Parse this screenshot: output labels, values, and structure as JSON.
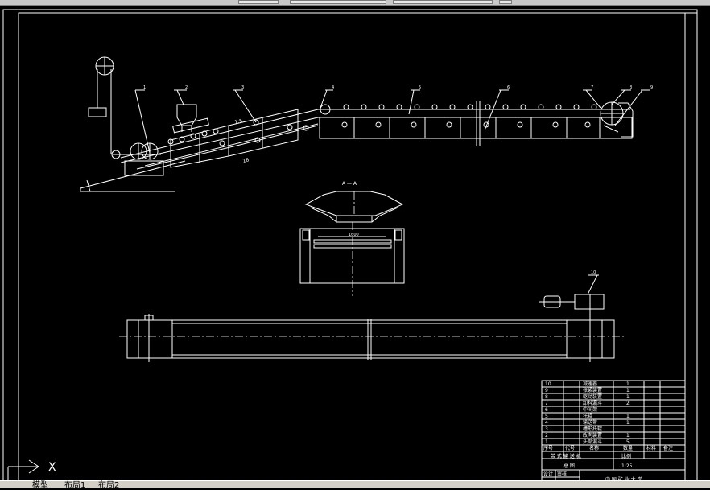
{
  "tabs": [
    "模型",
    "布局1",
    "布局2"
  ],
  "ucs": {
    "x_label": "X"
  },
  "section": {
    "label": "A — A",
    "width_dim": "1000"
  },
  "callouts": [
    "1",
    "2",
    "3",
    "4",
    "5",
    "6",
    "7",
    "8",
    "9",
    "10"
  ],
  "inline_labels": {
    "a": "1:5",
    "b": "16"
  },
  "bom": {
    "rows": [
      {
        "no": "10",
        "name": "减速器",
        "qty": "1"
      },
      {
        "no": "9",
        "name": "张紧装置",
        "qty": "1"
      },
      {
        "no": "8",
        "name": "驱动装置",
        "qty": "1"
      },
      {
        "no": "7",
        "name": "卸料漏斗",
        "qty": "2"
      },
      {
        "no": "6",
        "name": "中间架",
        "qty": ""
      },
      {
        "no": "5",
        "name": "托辊",
        "qty": "1"
      },
      {
        "no": "4",
        "name": "输送带",
        "qty": "1"
      },
      {
        "no": "3",
        "name": "槽形托辊",
        "qty": ""
      },
      {
        "no": "2",
        "name": "改向装置",
        "qty": "1"
      },
      {
        "no": "1",
        "name": "头部漏斗",
        "qty": "5"
      }
    ],
    "header": {
      "seq": "序号",
      "code": "代号",
      "name": "名称",
      "qty": "数量",
      "material": "材料",
      "remark": "备注"
    },
    "title": "带 式 输 送 机",
    "subtitle": "总 图",
    "scale_label": "比例",
    "scale_value": "1:25",
    "drawn_by": "设计",
    "checked_by": "审核",
    "school": "中 国 矿 业 大 学"
  }
}
